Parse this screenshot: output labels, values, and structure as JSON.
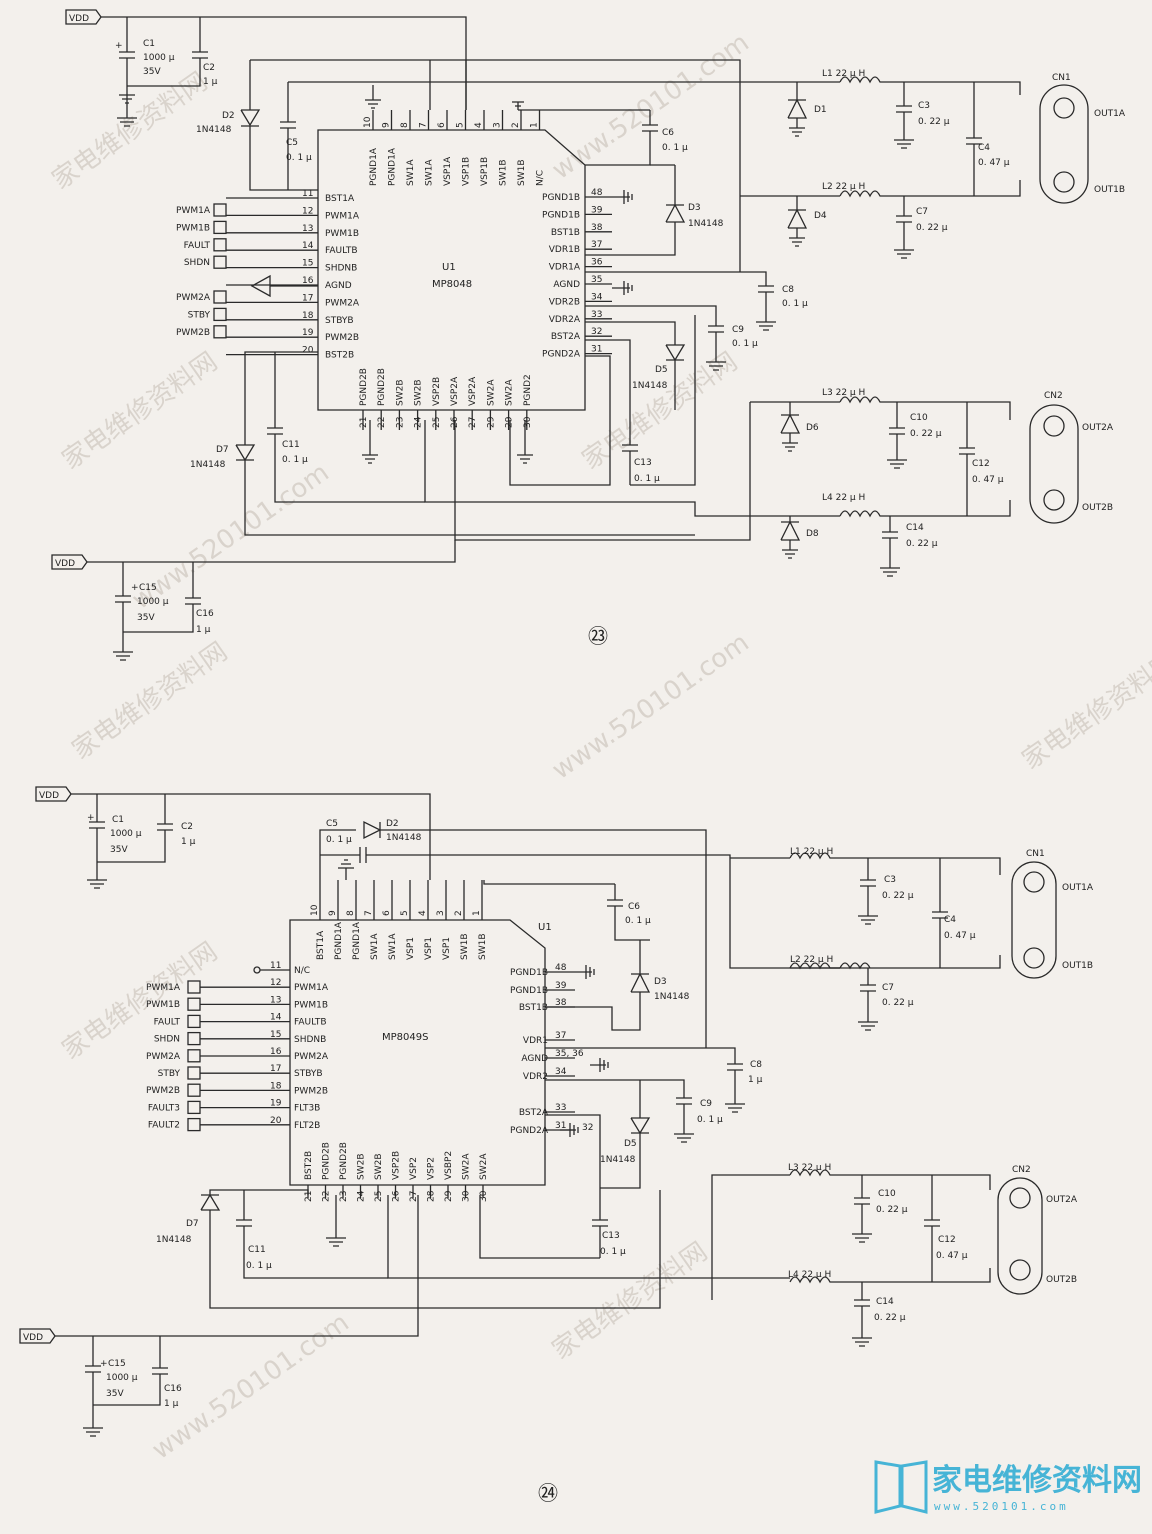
{
  "watermark": {
    "site": "www.520101.com",
    "cn": "家电维修资料网"
  },
  "brand": {
    "name": "家电维修资料网",
    "url": "www.520101.com",
    "color": "#46b4d6"
  },
  "fig23": {
    "number": "㉓",
    "ic_name": "U1",
    "ic_part": "MP8048",
    "vdd": "VDD",
    "top_pins": [
      {
        "n": "10",
        "l": "PGND1A"
      },
      {
        "n": "9",
        "l": "PGND1A"
      },
      {
        "n": "8",
        "l": "SW1A"
      },
      {
        "n": "7",
        "l": "SW1A"
      },
      {
        "n": "6",
        "l": "VSP1A"
      },
      {
        "n": "5",
        "l": "VSP1B"
      },
      {
        "n": "4",
        "l": "VSP1B"
      },
      {
        "n": "3",
        "l": "SW1B"
      },
      {
        "n": "2",
        "l": "SW1B"
      },
      {
        "n": "1",
        "l": "N/C"
      }
    ],
    "left_pins": [
      {
        "n": "11",
        "l": "BST1A"
      },
      {
        "n": "12",
        "l": "PWM1A"
      },
      {
        "n": "13",
        "l": "PWM1B"
      },
      {
        "n": "14",
        "l": "FAULTB"
      },
      {
        "n": "15",
        "l": "SHDNB"
      },
      {
        "n": "16",
        "l": "AGND"
      },
      {
        "n": "17",
        "l": "PWM2A"
      },
      {
        "n": "18",
        "l": "STBYB"
      },
      {
        "n": "19",
        "l": "PWM2B"
      },
      {
        "n": "20",
        "l": "BST2B"
      }
    ],
    "right_pins": [
      {
        "n": "48",
        "l": "PGND1B"
      },
      {
        "n": "39",
        "l": "PGND1B"
      },
      {
        "n": "38",
        "l": "BST1B"
      },
      {
        "n": "37",
        "l": "VDR1B"
      },
      {
        "n": "36",
        "l": "VDR1A"
      },
      {
        "n": "35",
        "l": "AGND"
      },
      {
        "n": "34",
        "l": "VDR2B"
      },
      {
        "n": "33",
        "l": "VDR2A"
      },
      {
        "n": "32",
        "l": "BST2A"
      },
      {
        "n": "31",
        "l": "PGND2A"
      }
    ],
    "bottom_pins": [
      {
        "n": "21",
        "l": "PGND2B"
      },
      {
        "n": "22",
        "l": "PGND2B"
      },
      {
        "n": "23",
        "l": "SW2B"
      },
      {
        "n": "24",
        "l": "SW2B"
      },
      {
        "n": "25",
        "l": "VSP2B"
      },
      {
        "n": "26",
        "l": "VSP2A"
      },
      {
        "n": "27",
        "l": "VSP2A"
      },
      {
        "n": "29",
        "l": "SW2A"
      },
      {
        "n": "29b",
        "l": "SW2A"
      },
      {
        "n": "30",
        "l": "PGND2"
      }
    ],
    "bottom_nums": [
      "21",
      "22",
      "23",
      "24",
      "25",
      "26",
      "27",
      "29",
      "29",
      "30"
    ],
    "inputs": [
      "PWM1A",
      "PWM1B",
      "FAULT",
      "SHDN",
      "PWM2A",
      "STBY",
      "PWM2B"
    ],
    "labels": {
      "c1": "C1",
      "c1v": "1000 μ",
      "c1r": "35V",
      "c2": "C2",
      "c2v": "1 μ",
      "d2": "D2",
      "d2p": "1N4148",
      "c5": "C5",
      "c5v": "0. 1 μ",
      "c6": "C6",
      "c6v": "0. 1 μ",
      "d3": "D3",
      "d3p": "1N4148",
      "c8": "C8",
      "c8v": "0. 1 μ",
      "c9": "C9",
      "c9v": "0. 1 μ",
      "d5": "D5",
      "d5p": "1N4148",
      "c13": "C13",
      "c13v": "0. 1 μ",
      "d7": "D7",
      "d7p": "1N4148",
      "c11": "C11",
      "c11v": "0. 1 μ",
      "l1": "L1  22 μ H",
      "l2": "L2  22 μ H",
      "l3": "L3  22 μ H",
      "l4": "L4  22 μ H",
      "d1": "D1",
      "d4": "D4",
      "d6": "D6",
      "d8": "D8",
      "c3": "C3",
      "c3v": "0. 22 μ",
      "c4": "C4",
      "c4v": "0. 47 μ",
      "c7": "C7",
      "c7v": "0. 22 μ",
      "c10": "C10",
      "c10v": "0. 22 μ",
      "c12": "C12",
      "c12v": "0. 47 μ",
      "c14": "C14",
      "c14v": "0. 22 μ",
      "cn1": "CN1",
      "cn2": "CN2",
      "out1a": "OUT1A",
      "out1b": "OUT1B",
      "out2a": "OUT2A",
      "out2b": "OUT2B",
      "c15": "C15",
      "c15v": "1000 μ",
      "c15r": "35V",
      "c16": "C16",
      "c16v": "1 μ"
    }
  },
  "fig24": {
    "number": "㉔",
    "ic_name": "U1",
    "ic_part": "MP8049S",
    "vdd": "VDD",
    "top_pins": [
      {
        "n": "10",
        "l": "BST1A"
      },
      {
        "n": "9",
        "l": "PGND1A"
      },
      {
        "n": "8",
        "l": "PGND1A"
      },
      {
        "n": "7",
        "l": "SW1A"
      },
      {
        "n": "6",
        "l": "SW1A"
      },
      {
        "n": "5",
        "l": "VSP1"
      },
      {
        "n": "4",
        "l": "VSP1"
      },
      {
        "n": "3",
        "l": "VSP1"
      },
      {
        "n": "2",
        "l": "SW1B"
      },
      {
        "n": "1",
        "l": "SW1B"
      }
    ],
    "left_pins": [
      {
        "n": "11",
        "l": "N/C"
      },
      {
        "n": "12",
        "l": "PWM1A"
      },
      {
        "n": "13",
        "l": "PWM1B"
      },
      {
        "n": "14",
        "l": "FAULTB"
      },
      {
        "n": "15",
        "l": "SHDNB"
      },
      {
        "n": "16",
        "l": "PWM2A"
      },
      {
        "n": "17",
        "l": "STBYB"
      },
      {
        "n": "18",
        "l": "PWM2B"
      },
      {
        "n": "19",
        "l": "FLT3B"
      },
      {
        "n": "20",
        "l": "FLT2B"
      }
    ],
    "right_pins": [
      {
        "n": "48",
        "l": "PGND1B"
      },
      {
        "n": "39",
        "l": "PGND1B"
      },
      {
        "n": "38",
        "l": "BST1B"
      },
      {
        "n": "37",
        "l": "VDR1"
      },
      {
        "n": "35, 36",
        "l": "AGND"
      },
      {
        "n": "34",
        "l": "VDR2"
      },
      {
        "n": "33",
        "l": "BST2A"
      },
      {
        "n": "31",
        "l": "PGND2A"
      }
    ],
    "right_extra": "32",
    "bottom_pins": [
      {
        "n": "21",
        "l": "BST2B"
      },
      {
        "n": "22",
        "l": "PGND2B"
      },
      {
        "n": "23",
        "l": "PGND2B"
      },
      {
        "n": "24",
        "l": "SW2B"
      },
      {
        "n": "25",
        "l": "SW2B"
      },
      {
        "n": "26",
        "l": "VSP2B"
      },
      {
        "n": "27",
        "l": "VSP2"
      },
      {
        "n": "28",
        "l": "VSP2"
      },
      {
        "n": "29",
        "l": "VSBP2"
      },
      {
        "n": "30",
        "l": "SW2A"
      },
      {
        "n": "30b",
        "l": "SW2A"
      }
    ],
    "inputs": [
      "PWM1A",
      "PWM1B",
      "FAULT",
      "SHDN",
      "PWM2A",
      "STBY",
      "PWM2B",
      "FAULT3",
      "FAULT2"
    ],
    "labels": {
      "c1": "C1",
      "c1v": "1000 μ",
      "c1r": "35V",
      "c2": "C2",
      "c2v": "1 μ",
      "c5": "C5",
      "c5v": "0. 1 μ",
      "d2": "D2",
      "d2p": "1N4148",
      "c6": "C6",
      "c6v": "0. 1 μ",
      "d3": "D3",
      "d3p": "1N4148",
      "c8": "C8",
      "c8v": "1 μ",
      "c9": "C9",
      "c9v": "0. 1 μ",
      "d5": "D5",
      "d5p": "1N4148",
      "c13": "C13",
      "c13v": "0. 1 μ",
      "d7": "D7",
      "d7p": "1N4148",
      "c11": "C11",
      "c11v": "0. 1 μ",
      "l1": "L1  22 μ H",
      "l2": "L2  22 μ H",
      "l3": "L3  22 μ H",
      "l4": "L4  22 μ H",
      "c3": "C3",
      "c3v": "0. 22 μ",
      "c4": "C4",
      "c4v": "0. 47 μ",
      "c7": "C7",
      "c7v": "0. 22 μ",
      "c10": "C10",
      "c10v": "0. 22 μ",
      "c12": "C12",
      "c12v": "0. 47 μ",
      "c14": "C14",
      "c14v": "0. 22 μ",
      "cn1": "CN1",
      "cn2": "CN2",
      "out1a": "OUT1A",
      "out1b": "OUT1B",
      "out2a": "OUT2A",
      "out2b": "OUT2B",
      "c15": "C15",
      "c15v": "1000 μ",
      "c15r": "35V",
      "c16": "C16",
      "c16v": "1 μ"
    }
  }
}
